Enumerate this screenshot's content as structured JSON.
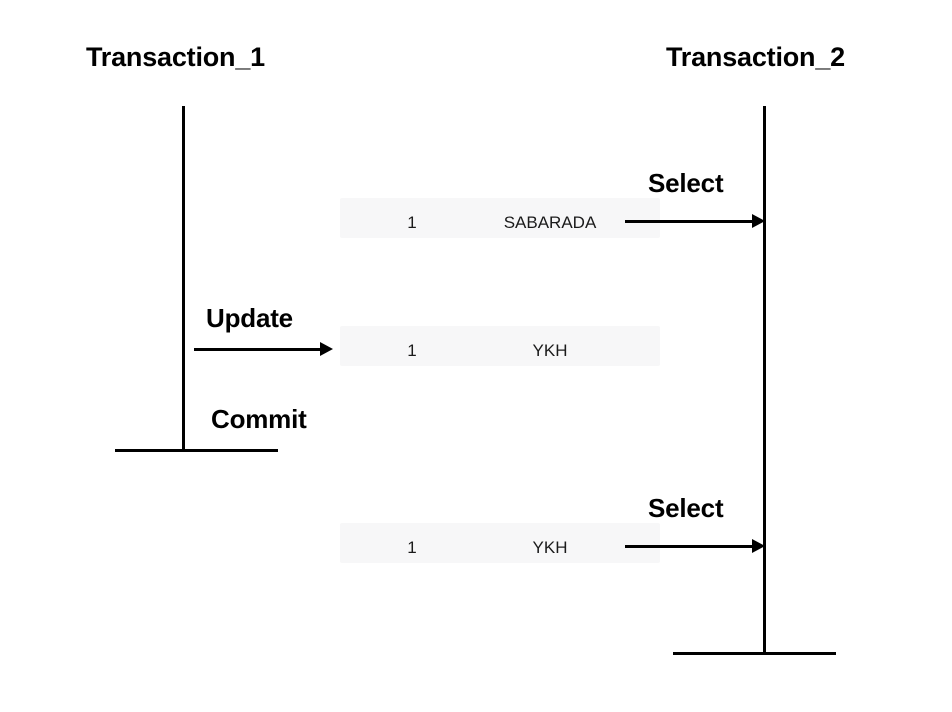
{
  "diagram": {
    "type": "sequence-diagram",
    "background_color": "#ffffff",
    "line_color": "#000000",
    "band_color": "#f7f7f8",
    "lifelines": [
      {
        "id": "t1",
        "label": "Transaction_1"
      },
      {
        "id": "t2",
        "label": "Transaction_2"
      }
    ],
    "records": [
      {
        "id": "1",
        "value": "SABARADA"
      },
      {
        "id": "1",
        "value": "YKH"
      },
      {
        "id": "1",
        "value": "YKH"
      }
    ],
    "messages": [
      {
        "label": "Select",
        "direction": "right",
        "target": "Transaction_2"
      },
      {
        "label": "Update",
        "direction": "right",
        "source": "Transaction_1"
      },
      {
        "label": "Select",
        "direction": "right",
        "target": "Transaction_2"
      }
    ],
    "events": [
      {
        "label": "Commit",
        "lifeline": "Transaction_1"
      }
    ]
  }
}
